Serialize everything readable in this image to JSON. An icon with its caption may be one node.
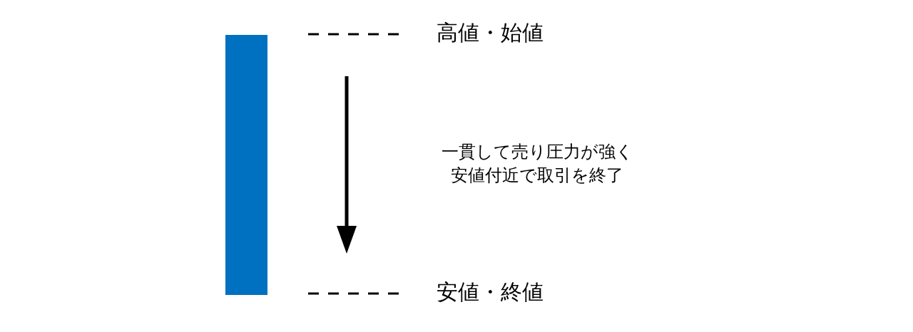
{
  "diagram": {
    "nodes": [
      {
        "text": [],
        "shape": "bar"
      }
    ],
    "labels": [
      "高値・始値",
      "一貫して売り圧力が強く安値付近で取引を終了",
      "安値・終値"
    ]
  }
}
